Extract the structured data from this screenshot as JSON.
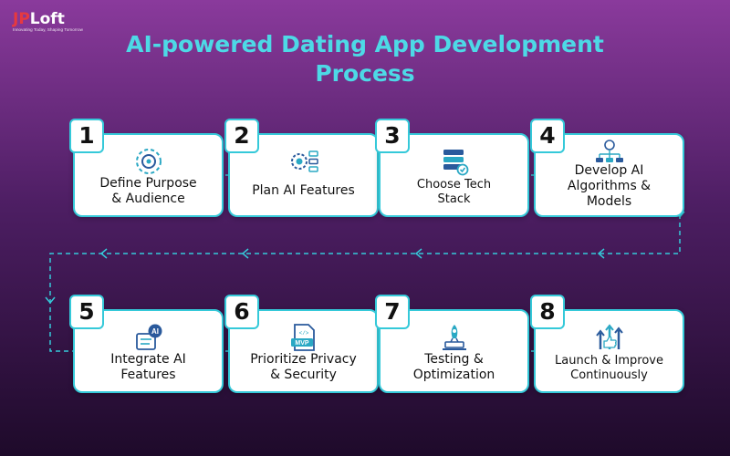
{
  "logo": {
    "jp": "JP",
    "loft": "Loft",
    "tagline": "Innovating Today, Shaping Tomorrow"
  },
  "title": {
    "line1": "AI-powered Dating App Development",
    "line2": "Process"
  },
  "steps": [
    {
      "number": "1",
      "lines": [
        "Define  Purpose",
        "& Audience"
      ],
      "icon": "target-gear-icon"
    },
    {
      "number": "2",
      "lines": [
        "Plan AI Features"
      ],
      "icon": "network-gear-icon"
    },
    {
      "number": "3",
      "lines": [
        "Choose Tech",
        "Stack"
      ],
      "icon": "stack-check-icon"
    },
    {
      "number": "4",
      "lines": [
        "Develop AI",
        "Algorithms &",
        "Models"
      ],
      "icon": "brain-hierarchy-icon"
    },
    {
      "number": "5",
      "lines": [
        "Integrate AI",
        "Features"
      ],
      "icon": "ai-chip-screen-icon"
    },
    {
      "number": "6",
      "lines": [
        "Prioritize Privacy",
        "& Security"
      ],
      "icon": "mvp-document-icon"
    },
    {
      "number": "7",
      "lines": [
        "Testing &",
        "Optimization"
      ],
      "icon": "rocket-laptop-icon"
    },
    {
      "number": "8",
      "lines": [
        "Launch & Improve",
        "Continuously"
      ],
      "icon": "growth-thumbs-up-icon"
    }
  ],
  "colors": {
    "accent": "#35c9d9",
    "title": "#4dd9e6",
    "logo_red": "#e63940"
  }
}
